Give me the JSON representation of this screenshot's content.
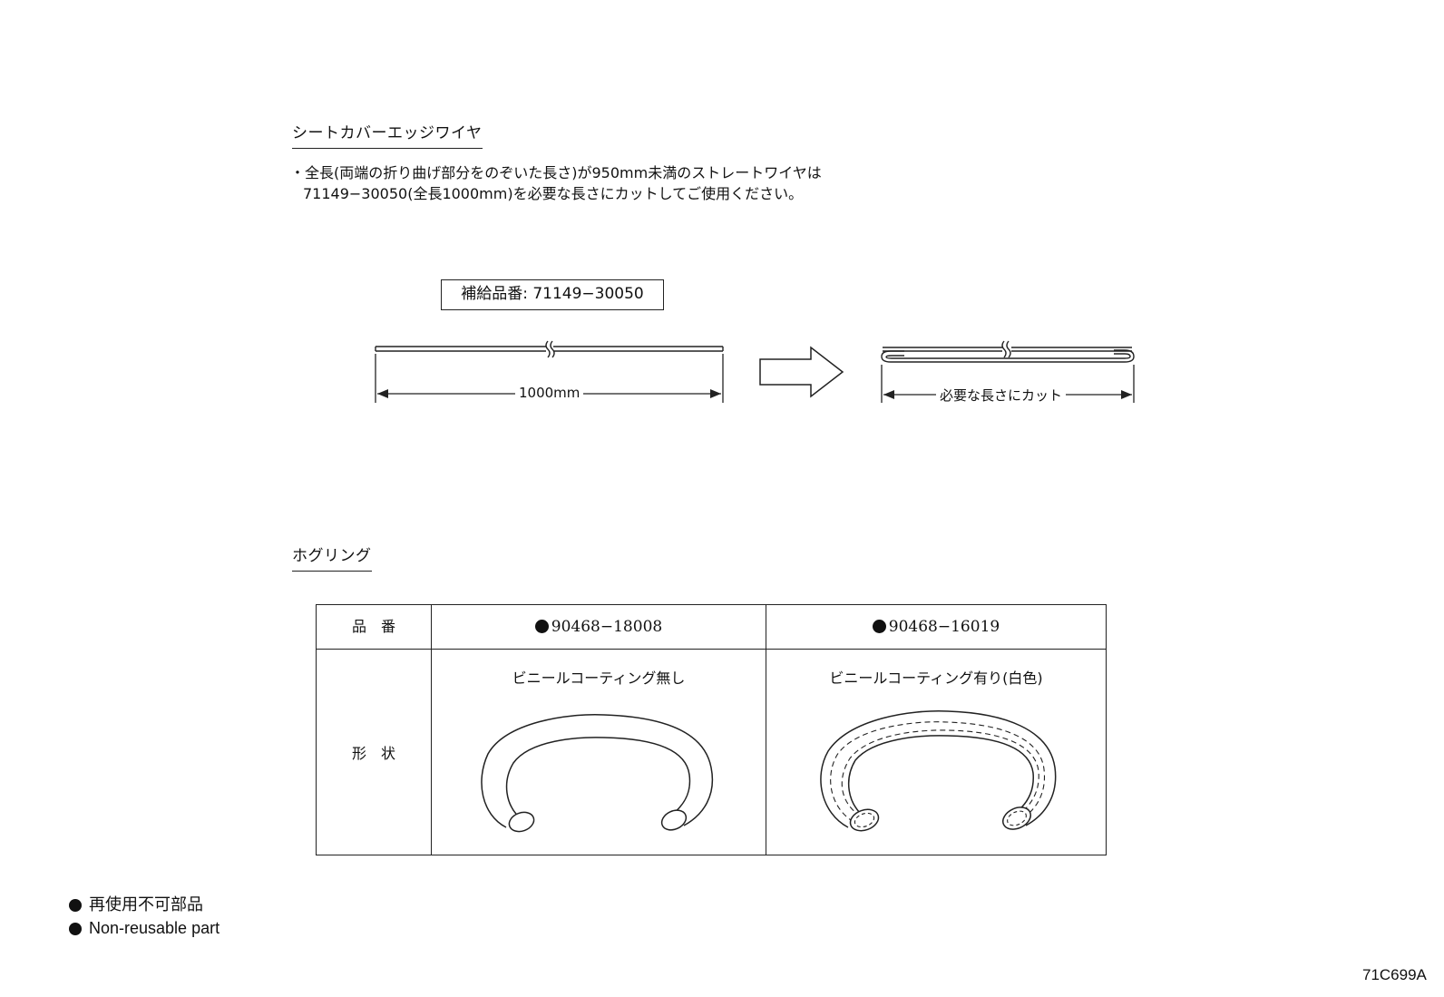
{
  "section1": {
    "title": "シートカバーエッジワイヤ",
    "note_line1": "・全長(両端の折り曲げ部分をのぞいた長さ)が950mm未満のストレートワイヤは",
    "note_line2": "71149−30050(全長1000mm)を必要な長さにカットしてご使用ください。",
    "part_box": "補給品番: 71149−30050",
    "dim_left": "1000mm",
    "dim_right": "必要な長さにカット"
  },
  "section2": {
    "title": "ホグリング",
    "table": {
      "row1_label": "品　番",
      "row2_label": "形　状",
      "col1_part": "90468−18008",
      "col2_part": "90468−16019",
      "col1_desc": "ビニールコーティング無し",
      "col2_desc": "ビニールコーティング有り(白色)"
    }
  },
  "legend": {
    "line1": "再使用不可部品",
    "line2": "Non-reusable part"
  },
  "figure_code": "71C699A"
}
